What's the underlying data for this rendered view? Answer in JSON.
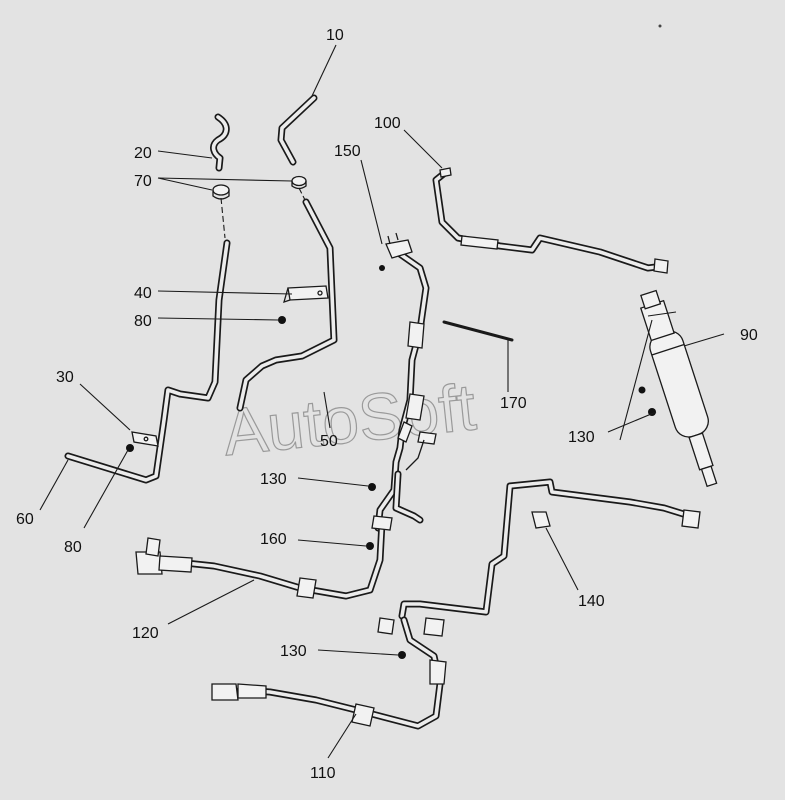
{
  "watermark": "AutoSoft",
  "callouts": [
    {
      "id": "c10",
      "text": "10"
    },
    {
      "id": "c20",
      "text": "20"
    },
    {
      "id": "c70",
      "text": "70"
    },
    {
      "id": "c150",
      "text": "150"
    },
    {
      "id": "c100",
      "text": "100"
    },
    {
      "id": "c40",
      "text": "40"
    },
    {
      "id": "c80a",
      "text": "80"
    },
    {
      "id": "c30",
      "text": "30"
    },
    {
      "id": "c90",
      "text": "90"
    },
    {
      "id": "c170",
      "text": "170"
    },
    {
      "id": "c50",
      "text": "50"
    },
    {
      "id": "c130a",
      "text": "130"
    },
    {
      "id": "c130b",
      "text": "130"
    },
    {
      "id": "c60",
      "text": "60"
    },
    {
      "id": "c80b",
      "text": "80"
    },
    {
      "id": "c160",
      "text": "160"
    },
    {
      "id": "c140",
      "text": "140"
    },
    {
      "id": "c120",
      "text": "120"
    },
    {
      "id": "c130c",
      "text": "130"
    },
    {
      "id": "c110",
      "text": "110"
    }
  ]
}
